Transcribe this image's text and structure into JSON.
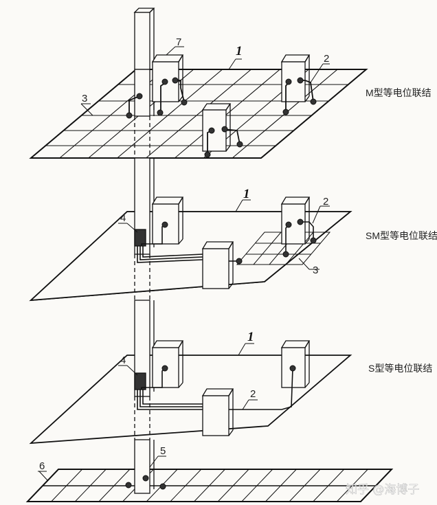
{
  "diagram": {
    "levels": [
      {
        "name": "M型等电位联结"
      },
      {
        "name": "SM型等电位联结"
      },
      {
        "name": "S型等电位联结"
      }
    ],
    "callouts": {
      "n1": "1",
      "n2": "2",
      "n3": "3",
      "n4": "4",
      "n5": "5",
      "n6": "6",
      "n7": "7"
    },
    "watermark": "知乎 @海博子"
  }
}
